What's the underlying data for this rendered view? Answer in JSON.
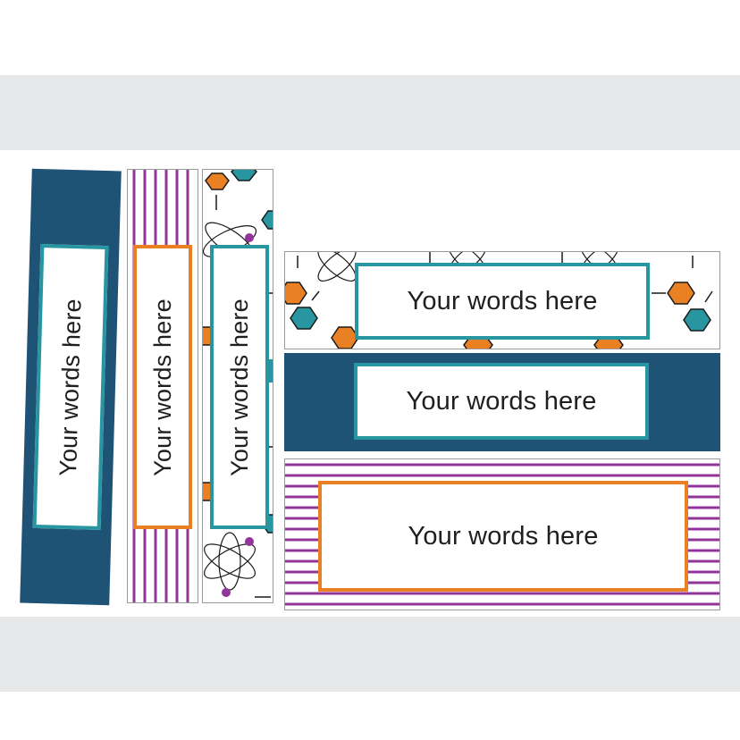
{
  "labels": {
    "spine_navy": "Your words here",
    "spine_stripes": "Your words here",
    "spine_science": "Your words here",
    "banner_science": "Your words here",
    "banner_navy": "Your words here",
    "banner_stripes": "Your words here"
  },
  "colors": {
    "navy": "#1f5376",
    "teal": "#2796a0",
    "orange": "#ea8024",
    "purple": "#93349a",
    "band_gray": "#e6e7e8"
  },
  "icons": [
    "hexagon-molecule-icon",
    "atom-icon"
  ]
}
